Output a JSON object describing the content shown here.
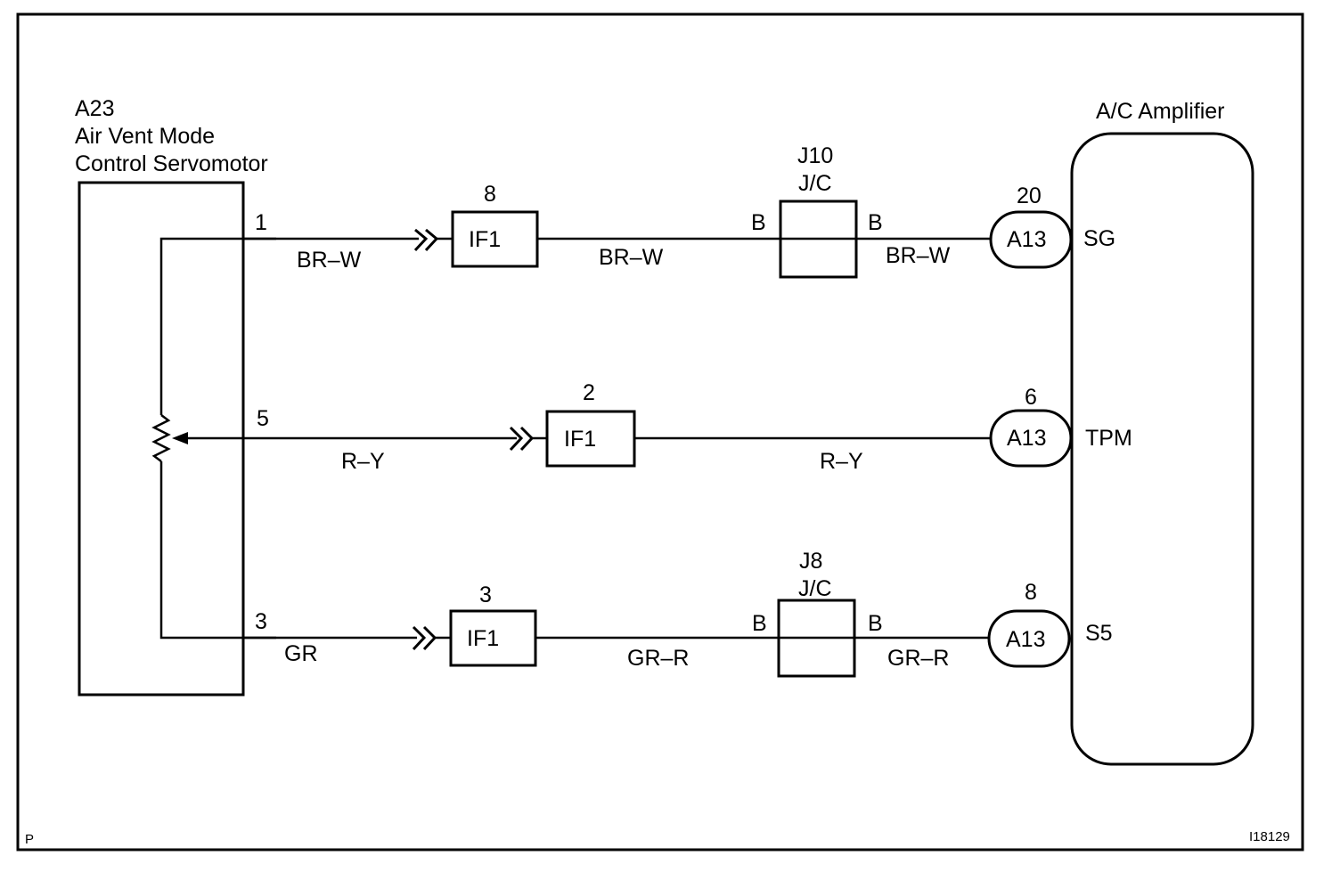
{
  "colors": {
    "ink": "#000000",
    "paper": "#ffffff"
  },
  "servomotor": {
    "code": "A23",
    "name_line1": "Air Vent Mode",
    "name_line2": "Control Servomotor"
  },
  "amplifier": {
    "name": "A/C Amplifier"
  },
  "circuits": [
    {
      "servo_pin": "1",
      "wire_left": "BR–W",
      "if_pin": "8",
      "if_label": "IF1",
      "wire_mid": "BR–W",
      "jc_code": "J10",
      "jc_type": "J/C",
      "jc_in": "B",
      "jc_out": "B",
      "wire_right": "BR–W",
      "amp_pin": "20",
      "amp_connector": "A13",
      "signal": "SG"
    },
    {
      "servo_pin": "5",
      "wire_left": "R–Y",
      "if_pin": "2",
      "if_label": "IF1",
      "wire_right": "R–Y",
      "amp_pin": "6",
      "amp_connector": "A13",
      "signal": "TPM"
    },
    {
      "servo_pin": "3",
      "wire_left": "GR",
      "if_pin": "3",
      "if_label": "IF1",
      "wire_mid": "GR–R",
      "jc_code": "J8",
      "jc_type": "J/C",
      "jc_in": "B",
      "jc_out": "B",
      "wire_right": "GR–R",
      "amp_pin": "8",
      "amp_connector": "A13",
      "signal": "S5"
    }
  ],
  "footer": {
    "corner_mark": "P",
    "figure_id": "I18129"
  }
}
